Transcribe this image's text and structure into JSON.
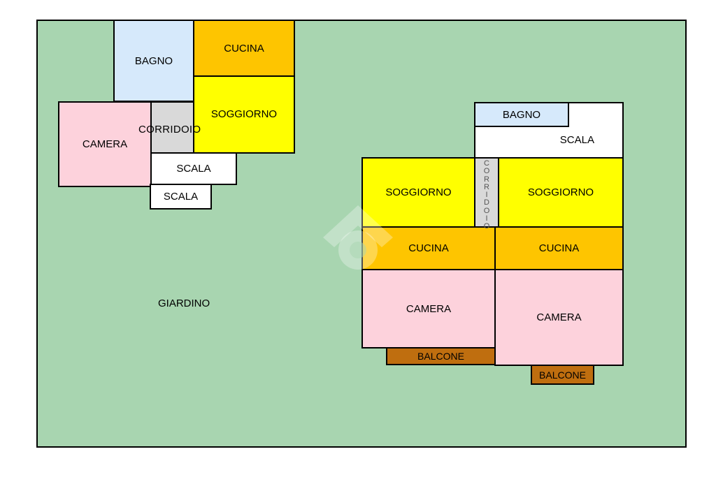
{
  "colors": {
    "garden": "#a8d5b0",
    "bagno": "#d6e9fb",
    "cucina": "#fec500",
    "soggiorno": "#ffff00",
    "camera": "#fdd2dc",
    "corridoio": "#d9d9d9",
    "scala": "#ffffff",
    "balcone": "#bf6e0f"
  },
  "garden": {
    "label": "GIARDINO"
  },
  "left_unit": {
    "bagno": "BAGNO",
    "cucina": "CUCINA",
    "soggiorno": "SOGGIORNO",
    "camera": "CAMERA",
    "corridoio": "CORRIDOIO",
    "scala_upper": "SCALA",
    "scala_lower": "SCALA"
  },
  "right_building": {
    "bagno": "BAGNO",
    "scala": "SCALA",
    "corridoio": "CORRIDOIO",
    "unit_a": {
      "soggiorno": "SOGGIORNO",
      "cucina": "CUCINA",
      "camera": "CAMERA",
      "balcone": "BALCONE"
    },
    "unit_b": {
      "soggiorno": "SOGGIORNO",
      "cucina": "CUCINA",
      "camera": "CAMERA",
      "balcone": "BALCONE"
    }
  }
}
